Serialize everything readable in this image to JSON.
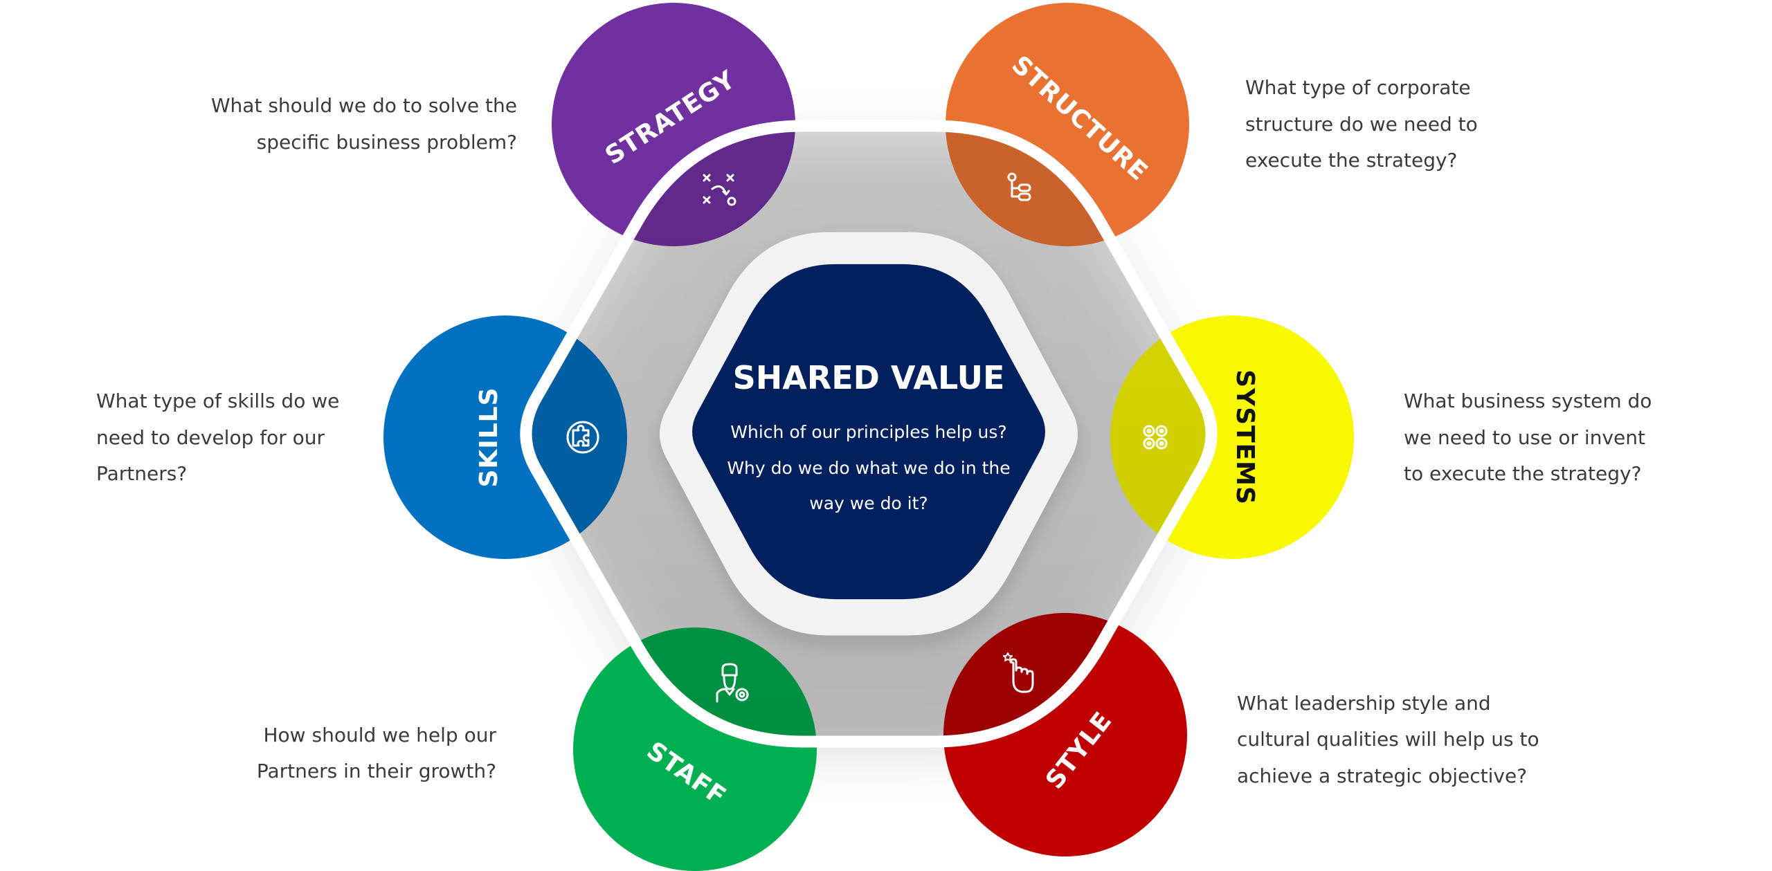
{
  "center": {
    "title": "SHARED VALUE",
    "lines": [
      "Which of our principles help us?",
      "Why do we do what we do in the",
      "way we do it?"
    ]
  },
  "elements": {
    "strategy": {
      "label": "STRATEGY",
      "color": "#7030a0",
      "icon": "strategy-plan-icon",
      "description": [
        "What should we do to solve the",
        "specific business problem?"
      ]
    },
    "structure": {
      "label": "STRUCTURE",
      "color": "#e97132",
      "icon": "org-structure-icon",
      "description": [
        "What type of corporate",
        "structure do we need to",
        "execute the strategy?"
      ]
    },
    "skills": {
      "label": "SKILLS",
      "color": "#0070c0",
      "icon": "puzzle-globe-icon",
      "description": [
        "What type of skills do we",
        "need to develop for our",
        "Partners?"
      ]
    },
    "systems": {
      "label": "SYSTEMS",
      "color": "#f8f800",
      "icon": "gears-icon",
      "description": [
        "What business system do",
        "we need to use or invent",
        "to execute the strategy?"
      ]
    },
    "staff": {
      "label": "STAFF",
      "color": "#00b050",
      "icon": "worker-gear-icon",
      "description": [
        "How should we help our",
        "Partners in their growth?"
      ]
    },
    "style": {
      "label": "STYLE",
      "color": "#c00000",
      "icon": "hand-pointer-icon",
      "description": [
        "What leadership style and",
        "cultural qualities will help us to",
        "achieve a strategic objective?"
      ]
    }
  }
}
